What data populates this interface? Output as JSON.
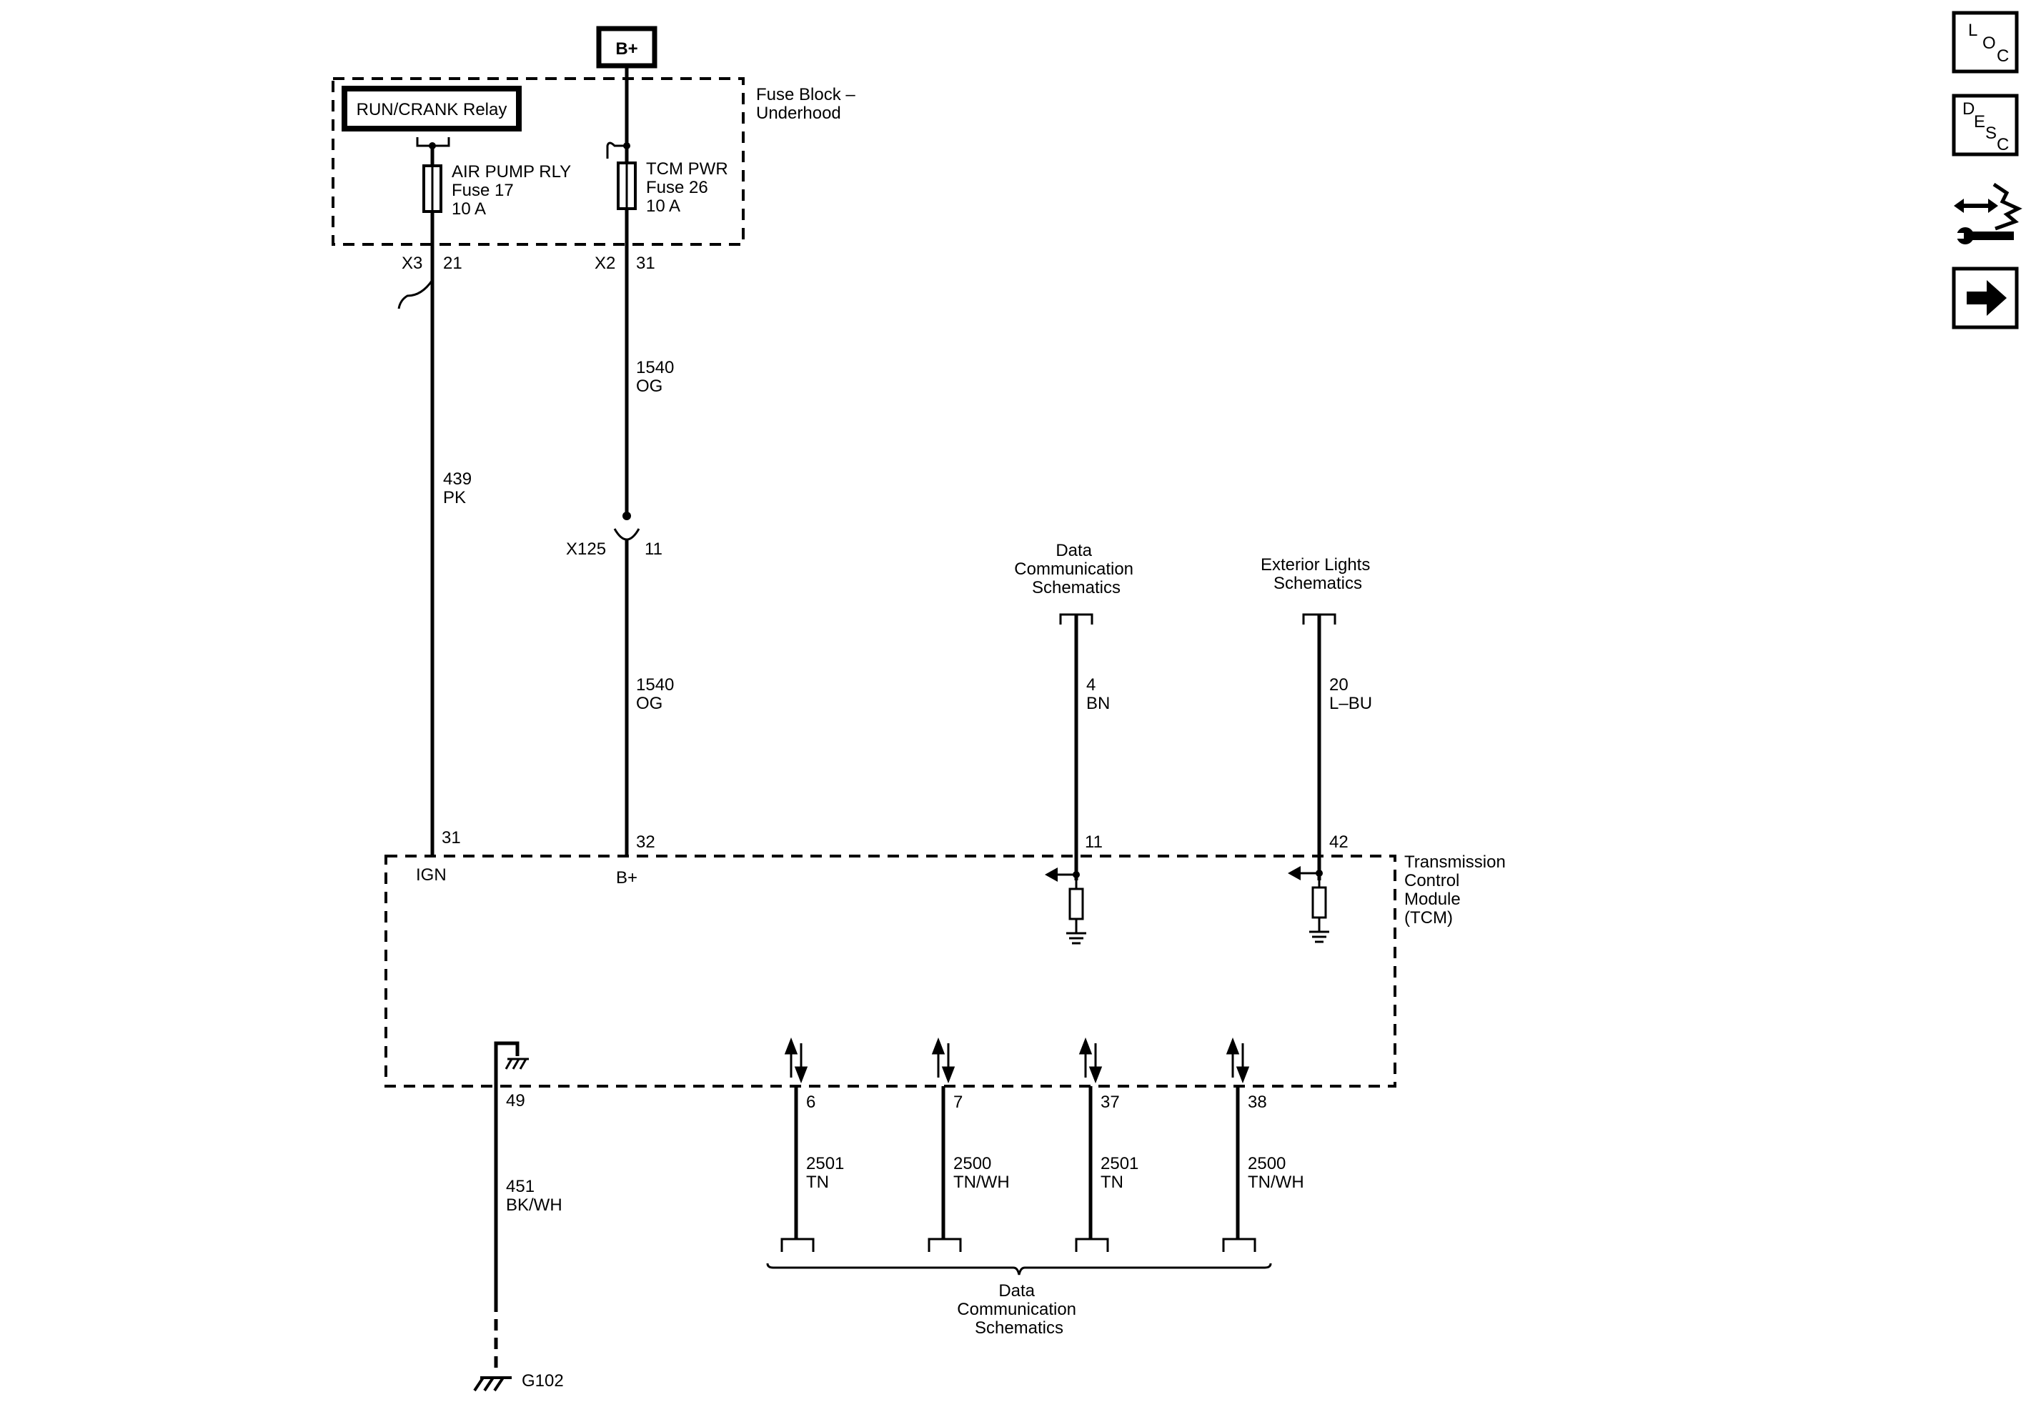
{
  "diagram": {
    "bplus_top": "B+",
    "run_crank_relay": "RUN/CRANK Relay",
    "fuse_block": [
      "Fuse Block –",
      "Underhood"
    ],
    "fuse17": [
      "AIR PUMP RLY",
      "Fuse 17",
      "10 A"
    ],
    "fuse26": [
      "TCM PWR",
      "Fuse 26",
      "10 A"
    ],
    "conn_x3": "X3",
    "conn_x3_pin": "21",
    "conn_x2": "X2",
    "conn_x2_pin": "31",
    "wire_1540_upper": [
      "1540",
      "OG"
    ],
    "wire_439": [
      "439",
      "PK"
    ],
    "conn_x125": "X125",
    "conn_x125_pin": "11",
    "wire_1540_lower": [
      "1540",
      "OG"
    ],
    "data_comm_top": [
      "Data",
      "Communication",
      "Schematics"
    ],
    "ext_lights": [
      "Exterior Lights",
      "Schematics"
    ],
    "wire_4": [
      "4",
      "BN"
    ],
    "wire_20": [
      "20",
      "L–BU"
    ],
    "tcm_pins": {
      "p31": "31",
      "p32": "32",
      "p11": "11",
      "p42": "42"
    },
    "tcm_ign": "IGN",
    "tcm_bplus": "B+",
    "tcm": [
      "Transmission",
      "Control",
      "Module",
      "(TCM)"
    ],
    "bottom_pins": {
      "p49": "49",
      "p6": "6",
      "p7": "7",
      "p37": "37",
      "p38": "38"
    },
    "wire_451": [
      "451",
      "BK/WH"
    ],
    "wire_2501_a": [
      "2501",
      "TN"
    ],
    "wire_2500_a": [
      "2500",
      "TN/WH"
    ],
    "wire_2501_b": [
      "2501",
      "TN"
    ],
    "wire_2500_b": [
      "2500",
      "TN/WH"
    ],
    "data_comm_bottom": [
      "Data",
      "Communication",
      "Schematics"
    ],
    "ground": "G102"
  },
  "nav": {
    "loc": [
      "L",
      "O",
      "C"
    ],
    "desc": [
      "D",
      "E",
      "S",
      "C"
    ]
  }
}
